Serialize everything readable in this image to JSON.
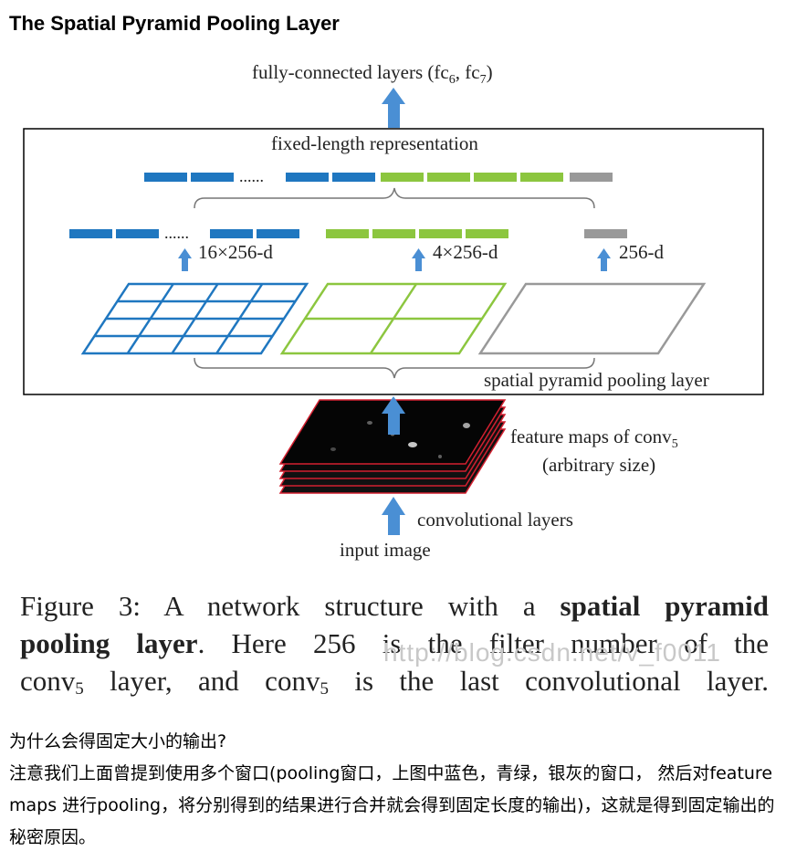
{
  "page_title": "The Spatial Pyramid Pooling Layer",
  "figure": {
    "top_label": "fully-connected layers (fc",
    "top_sub6": "6",
    "top_mid": ", fc",
    "top_sub7": "7",
    "top_end": ")",
    "fixed_length_label": "fixed-length representation",
    "dots": "......",
    "dim_16": "16×256-d",
    "dim_4": "4×256-d",
    "dim_1": "256-d",
    "spp_label": "spatial pyramid pooling layer",
    "feature_maps_label": "feature maps of conv",
    "feature_maps_sub": "5",
    "arbitrary_size": "(arbitrary size)",
    "conv_layers": "convolutional layers",
    "input_image": "input image",
    "colors": {
      "blue": "#1f77c0",
      "green": "#8cc63f",
      "gray": "#999999",
      "arrow": "#4a8fd4",
      "red": "#d32030"
    }
  },
  "caption": {
    "line1_prefix": "Figure 3: A network structure with a ",
    "line1_bold": "spatial pyramid",
    "line2_bold": "pooling layer",
    "line2_rest": ". Here 256 is the filter number of the",
    "line3_a": "conv",
    "line3_sub1": "5",
    "line3_b": " layer, and conv",
    "line3_sub2": "5",
    "line3_c": " is the last convolutional layer."
  },
  "watermark": "http://blog.csdn.net/v_f0011",
  "body": {
    "p1": "为什么会得固定大小的输出?",
    "p2": "注意我们上面曾提到使用多个窗口(pooling窗口，上图中蓝色，青绿，银灰的窗口， 然后对feature maps 进行pooling，将分别得到的结果进行合并就会得到固定长度的输出)，这就是得到固定输出的秘密原因。"
  }
}
